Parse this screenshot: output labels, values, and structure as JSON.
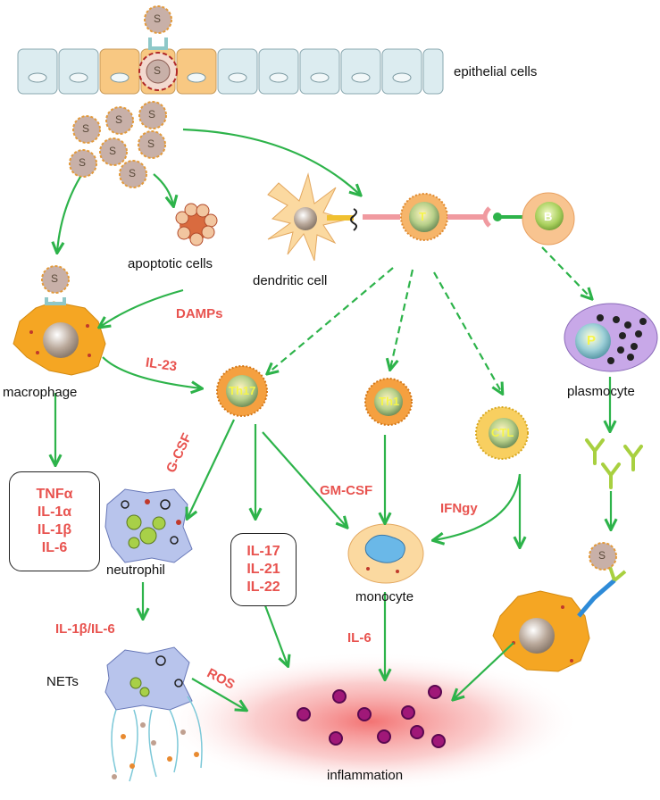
{
  "cells": {
    "epithelial": "epithelial cells",
    "apoptotic": "apoptotic cells",
    "dendritic": "dendritic cell",
    "macrophage": "macrophage",
    "plasmocyte": "plasmocyte",
    "neutrophil": "neutrophil",
    "monocyte": "monocyte",
    "nets": "NETs",
    "inflammation": "inflammation"
  },
  "cell_letters": {
    "virus": "S",
    "t": "T",
    "b": "B",
    "p": "P",
    "th17": "Th17",
    "th1": "Th1",
    "ctl": "CTL"
  },
  "mediators": {
    "damps": "DAMPs",
    "il23": "IL-23",
    "gcsf": "G-CSF",
    "gmcsf": "GM-CSF",
    "ifng": "IFNgy",
    "il1b_il6": "IL-1β/IL-6",
    "il6": "IL-6",
    "ros": "ROS"
  },
  "boxes": {
    "macrophage_cytokines": [
      "TNFα",
      "IL-1α",
      "IL-1β",
      "IL-6"
    ],
    "th17_cytokines": [
      "IL-17",
      "IL-21",
      "IL-22"
    ]
  },
  "colors": {
    "arrow": "#2db34a",
    "label_red": "#e8534f",
    "macrophage_orange": "#f5a623",
    "epithelial_fill": "#dcecf0",
    "inflammation_glow": "#f26b6b"
  }
}
